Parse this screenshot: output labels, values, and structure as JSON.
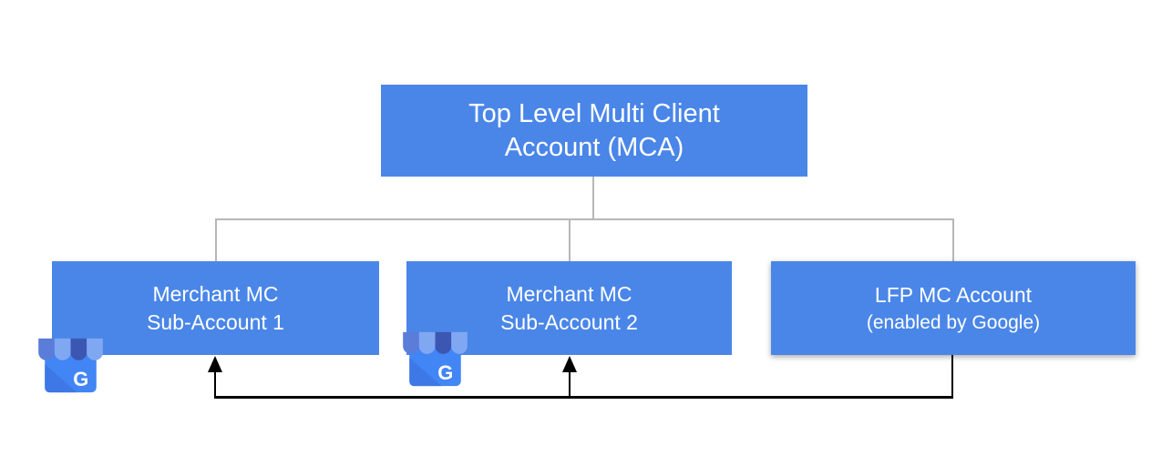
{
  "diagram": {
    "title_node": {
      "line1": "Top Level Multi Client",
      "line2": "Account (MCA)"
    },
    "sub_nodes": [
      {
        "id": "merchant-sub-account-1",
        "line1": "Merchant MC",
        "line2": "Sub-Account 1",
        "icon": "google-my-business-icon"
      },
      {
        "id": "merchant-sub-account-2",
        "line1": "Merchant MC",
        "line2": "Sub-Account 2",
        "icon": "google-my-business-icon"
      },
      {
        "id": "lfp-mc-account",
        "line1": "LFP MC Account",
        "line2": "(enabled by Google)"
      }
    ],
    "icon_letter": "G",
    "colors": {
      "node_fill": "#4a86e8",
      "node_text": "#ffffff",
      "tree_connector": "#b7b7b7",
      "flow_connector": "#000000",
      "icon_body": "#4285f4",
      "icon_body_fold": "#3d78e6",
      "icon_awning_medium": "#5b7dd9",
      "icon_awning_light": "#80a7f2",
      "icon_awning_dark": "#3c57b2"
    }
  }
}
